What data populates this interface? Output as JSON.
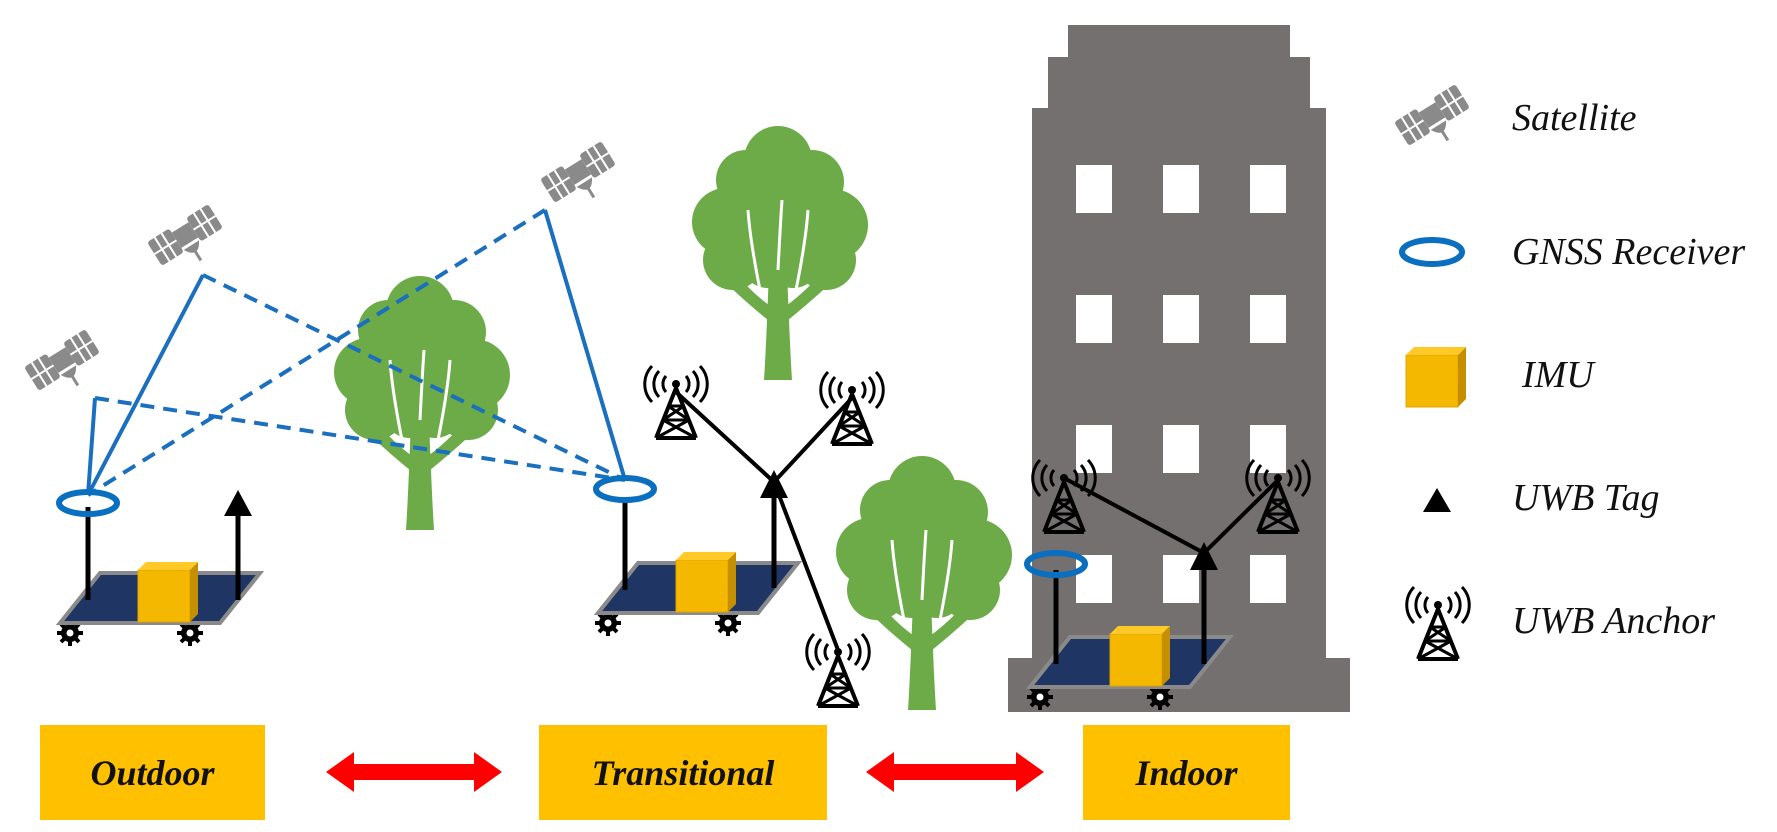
{
  "legend": {
    "satellite": "Satellite",
    "gnss_receiver": "GNSS Receiver",
    "imu": "IMU",
    "uwb_tag": "UWB Tag",
    "uwb_anchor": "UWB Anchor"
  },
  "environments": {
    "outdoor": "Outdoor",
    "transitional": "Transitional",
    "indoor": "Indoor"
  },
  "colors": {
    "satellite_gray": "#8a8a8a",
    "receiver_blue": "#0b6fc0",
    "link_blue": "#1a6fbf",
    "imu_gold": "#f5b800",
    "tree_green": "#6cab48",
    "building_gray": "#747070",
    "platform_navy": "#1f3563",
    "arrow_red": "#ff0000",
    "label_fill": "#ffc000"
  },
  "icons": [
    "satellite-icon",
    "gnss-receiver-icon",
    "imu-cube-icon",
    "uwb-tag-icon",
    "uwb-anchor-icon",
    "tree-icon",
    "building-icon",
    "double-arrow-icon"
  ]
}
